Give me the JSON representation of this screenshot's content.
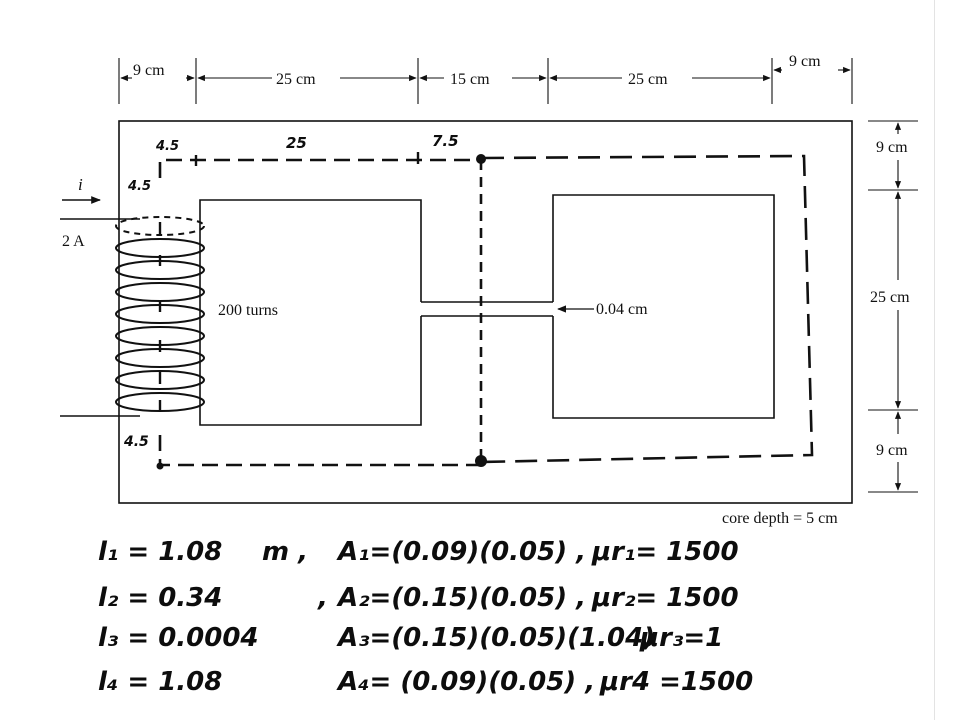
{
  "top_dims": [
    "9 cm",
    "25 cm",
    "15 cm",
    "25 cm",
    "9 cm"
  ],
  "right_dims": [
    "9 cm",
    "25 cm",
    "9 cm"
  ],
  "current_symbol": "i",
  "current_value": "2 A",
  "coil_label": "200 turns",
  "gap_label": "0.04 cm",
  "core_depth_label": "core depth = 5 cm",
  "handwritten_marks": [
    "4.5",
    "4.5",
    "25",
    "7.5",
    "4.5"
  ],
  "equations": [
    {
      "l": "l₁ = 1.08",
      "unit": "m ,",
      "area": "A₁=(0.09)(0.05) ,",
      "mu": "μr₁= 1500"
    },
    {
      "l": "l₂ = 0.34",
      "unit": ",",
      "area": "A₂=(0.15)(0.05) ,",
      "mu": "μr₂= 1500"
    },
    {
      "l": "l₃ = 0.0004",
      "unit": "",
      "area": "A₃=(0.15)(0.05)(1.04)",
      "mu": "μr₃=1"
    },
    {
      "l": "l₄ = 1.08",
      "unit": "",
      "area": "A₄= (0.09)(0.05) ,",
      "mu": "μr4 =1500"
    }
  ],
  "colors": {
    "ink": "#111111",
    "paper": "#ffffff"
  }
}
